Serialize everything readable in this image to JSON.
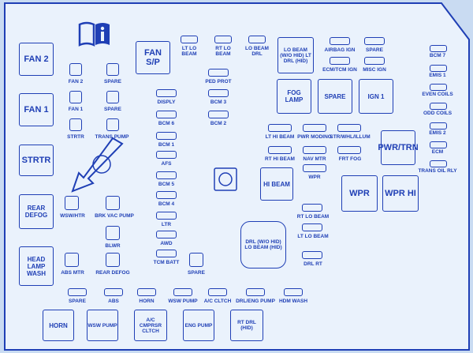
{
  "colors": {
    "line": "#1f3fb5",
    "panel": "#eaf2fc",
    "bg": "#c9dbf2"
  },
  "left_relays": [
    "FAN 2",
    "FAN 1",
    "STRTR",
    "REAR DEFOG",
    "HEAD LAMP WASH"
  ],
  "fan_sp": "FAN S/P",
  "minis_top": [
    "FAN 2",
    "SPARE",
    "FAN 1",
    "SPARE",
    "STRTR",
    "TRANS PUMP"
  ],
  "col_mid": [
    "DISPLY",
    "BCM 6",
    "BCM 1",
    "AFS",
    "BCM 5",
    "BCM 4",
    "LTR",
    "AWD",
    "TCM BATT"
  ],
  "top_row": [
    "LT LO BEAM",
    "RT LO BEAM",
    "LO BEAM DRL"
  ],
  "ped_group": [
    "PED PROT",
    "BCM 3",
    "BCM 2"
  ],
  "lo_beam_relay": "LO BEAM (W/O HID) LT DRL (HID)",
  "airbag_row": [
    "AIRBAG IGN",
    "SPARE",
    "ECM/TCM IGN",
    "MISC IGN"
  ],
  "right_col": [
    "BCM 7",
    "EMIS 1",
    "EVEN COILS",
    "ODD COILS",
    "EMIS 2",
    "ECM",
    "TRANS OIL RLY"
  ],
  "relays_mid": [
    "FOG LAMP",
    "SPARE",
    "IGN 1"
  ],
  "mid_fuses": [
    "LT HI BEAM",
    "PWR MODING",
    "STR/WHL/ILLUM",
    "RT HI BEAM",
    "NAV MTR",
    "FRT FOG",
    "WPR"
  ],
  "hi_beam": "HI BEAM",
  "pwr_trn": "PWR/TRN",
  "wpr_relays": [
    "WPR",
    "WPR HI"
  ],
  "rt_lo_beam": [
    "RT LO BEAM",
    "LT LO BEAM"
  ],
  "drl_relay": "DRL (W/O HID) LO BEAM (HID)",
  "drl_rt": "DRL RT",
  "left_small": [
    "WSW/HTR",
    "BRK VAC PUMP",
    "BLWR",
    "ABS MTR",
    "REAR DEFOG",
    "SPARE"
  ],
  "bottom_fuses": [
    "SPARE",
    "ABS",
    "HORN",
    "WSW PUMP",
    "A/C CLTCH",
    "DRL/ENG PUMP",
    "HDM WASH"
  ],
  "bottom_relays": [
    "HORN",
    "WSW PUMP",
    "A/C CMPRSR CLTCH",
    "ENG PUMP",
    "RT DRL (HID)"
  ],
  "book_icon": "book-info-icon"
}
